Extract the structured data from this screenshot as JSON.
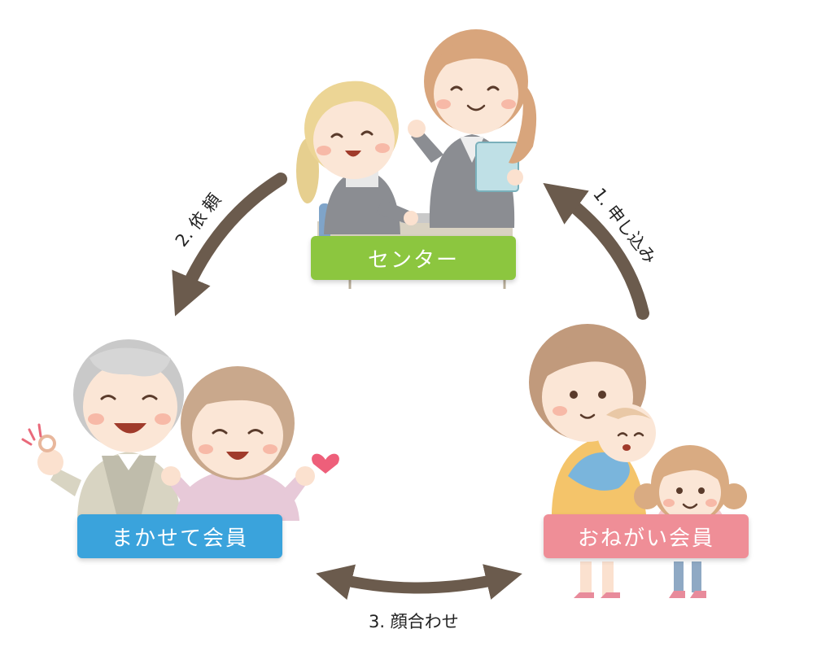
{
  "nodes": {
    "center": {
      "label": "センター",
      "color": "#8cc63f"
    },
    "makase": {
      "label": "まかせて会員",
      "color": "#3aa3dc"
    },
    "onegai": {
      "label": "おねがい会員",
      "color": "#ef8e97"
    }
  },
  "steps": {
    "s1": "1. 申し込み",
    "s2": "2. 依 頼",
    "s3": "3. 顔合わせ"
  },
  "arrow_color": "#6b5b4d"
}
